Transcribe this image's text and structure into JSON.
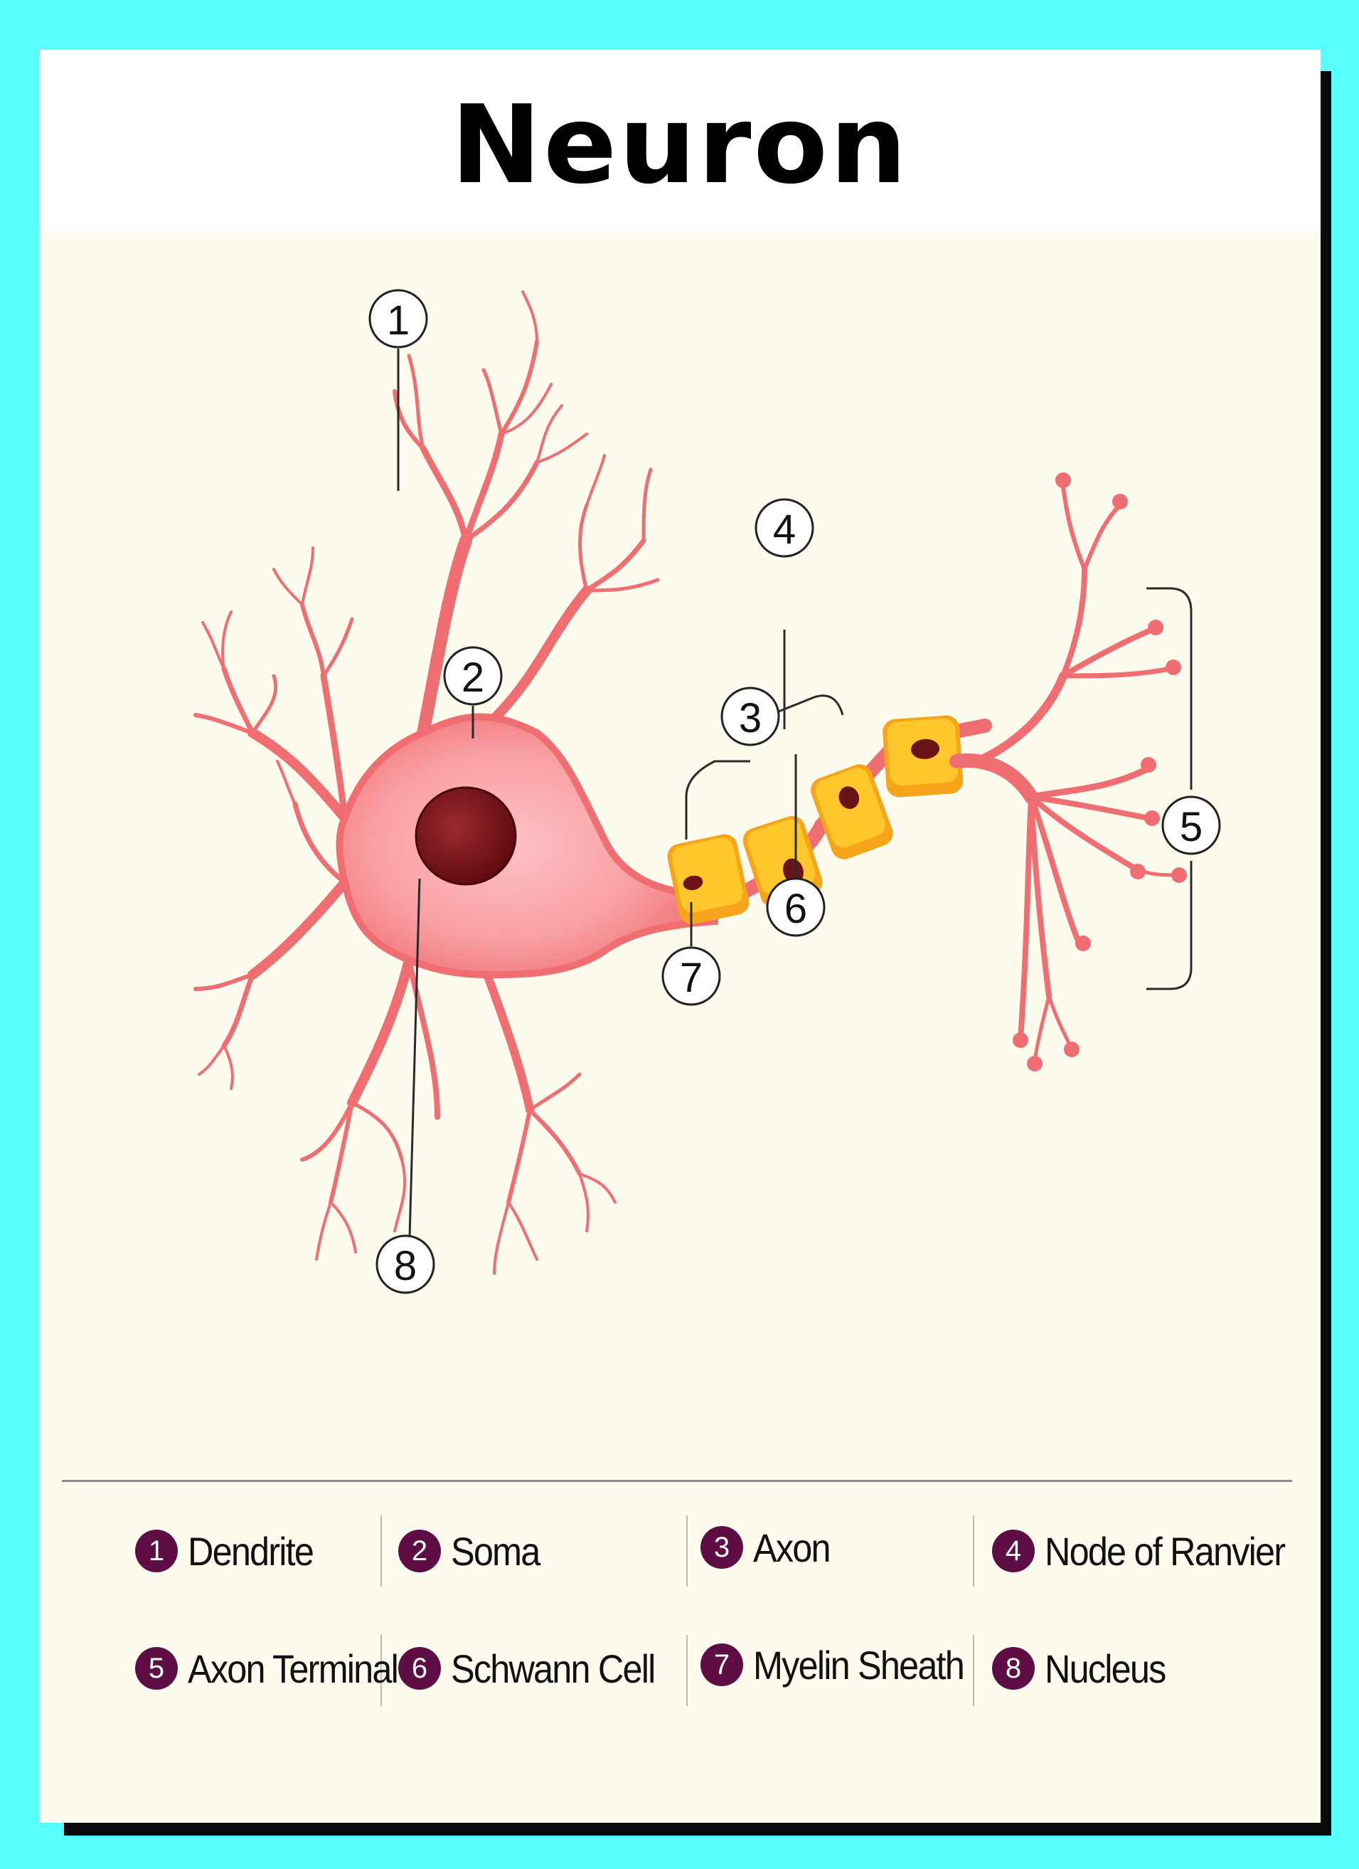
{
  "title": "Neuron",
  "callouts": [
    "1",
    "2",
    "3",
    "4",
    "5",
    "6",
    "7",
    "8"
  ],
  "legend": [
    {
      "num": "1",
      "label": "Dendrite"
    },
    {
      "num": "2",
      "label": "Soma"
    },
    {
      "num": "3",
      "label": "Axon"
    },
    {
      "num": "4",
      "label": "Node of Ranvier"
    },
    {
      "num": "5",
      "label": "Axon Terminal"
    },
    {
      "num": "6",
      "label": "Schwann Cell"
    },
    {
      "num": "7",
      "label": "Myelin Sheath"
    },
    {
      "num": "8",
      "label": "Nucleus"
    }
  ],
  "colors": {
    "background": "#58ffff",
    "card": "#fdfaee",
    "neuron": "#f06f73",
    "neuron_light": "#fbb1b3",
    "nucleus": "#7a1418",
    "myelin": "#f8b516",
    "badge": "#5e0e45"
  }
}
